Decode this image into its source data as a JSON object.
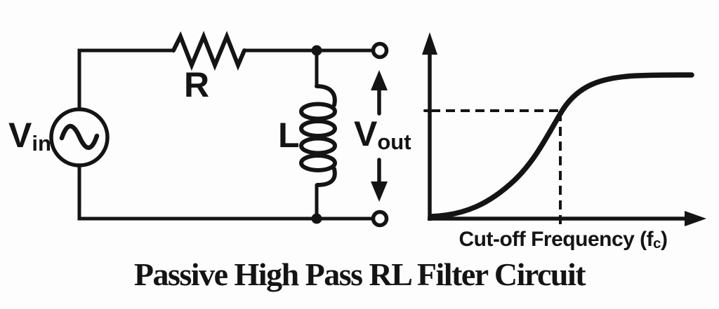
{
  "colors": {
    "background": "#fdfdfd",
    "ink": "#141414"
  },
  "title": "Passive High Pass RL Filter Circuit",
  "circuit": {
    "input_label": {
      "main": "V",
      "sub": "in"
    },
    "resistor_label": "R",
    "inductor_label": "L",
    "output_label": {
      "main": "V",
      "sub": "out"
    }
  },
  "graph": {
    "xlabel_pre": "Cut-off Frequency (f",
    "xlabel_sub": "c",
    "xlabel_post": ")"
  },
  "chart_data": {
    "type": "line",
    "title": "",
    "xlabel": "Cut-off Frequency (fc)",
    "ylabel": "",
    "axes_style": "bare arrows, no tick labels, no gridlines",
    "gridlines": false,
    "legend": false,
    "series": [
      {
        "name": "high-pass filter gain response (normalized)",
        "x_normalized": [
          0.0,
          0.12,
          0.23,
          0.31,
          0.4,
          0.48,
          0.56,
          0.66,
          0.79,
          0.96
        ],
        "y_normalized": [
          0.01,
          0.03,
          0.14,
          0.31,
          0.5,
          0.75,
          0.89,
          0.97,
          1.0,
          1.0
        ]
      }
    ],
    "annotations": [
      {
        "type": "dashed-crosshair",
        "x_normalized": 0.48,
        "y_normalized": 0.75,
        "meaning": "cut-off frequency point on response curve"
      }
    ]
  }
}
